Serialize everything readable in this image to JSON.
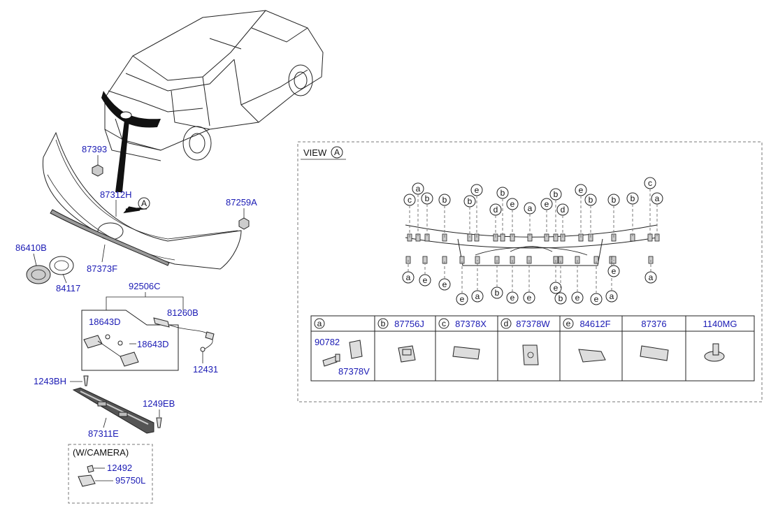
{
  "parts": {
    "p87393": "87393",
    "p87312H": "87312H",
    "p87259A": "87259A",
    "p86410B": "86410B",
    "p84117": "84117",
    "p87373F": "87373F",
    "p92506C": "92506C",
    "p81260B": "81260B",
    "p18643D_a": "18643D",
    "p18643D_b": "18643D",
    "p12431": "12431",
    "p1243BH": "1243BH",
    "p1249EB": "1249EB",
    "p87311E": "87311E",
    "p12492": "12492",
    "p95750L": "95750L"
  },
  "view_marker": "A",
  "camera_box_title": "(W/CAMERA)",
  "view_panel": {
    "title": "VIEW",
    "title_ref": "A",
    "callouts_top": [
      "c",
      "a",
      "b",
      "b",
      "b",
      "e",
      "d",
      "b",
      "e",
      "a",
      "e",
      "b",
      "d",
      "e",
      "b",
      "b",
      "b",
      "c",
      "a"
    ],
    "callouts_bottom": [
      "a",
      "e",
      "e",
      "e",
      "a",
      "b",
      "e",
      "e",
      "e",
      "b",
      "e",
      "e",
      "a",
      "e",
      "a"
    ]
  },
  "legend_table": {
    "headers": [
      {
        "ref": "a",
        "part": ""
      },
      {
        "ref": "b",
        "part": "87756J"
      },
      {
        "ref": "c",
        "part": "87378X"
      },
      {
        "ref": "d",
        "part": "87378W"
      },
      {
        "ref": "e",
        "part": "84612F"
      },
      {
        "ref": "",
        "part": "87376"
      },
      {
        "ref": "",
        "part": "1140MG"
      }
    ],
    "cell_a_parts": [
      "90782",
      "87378V"
    ]
  }
}
